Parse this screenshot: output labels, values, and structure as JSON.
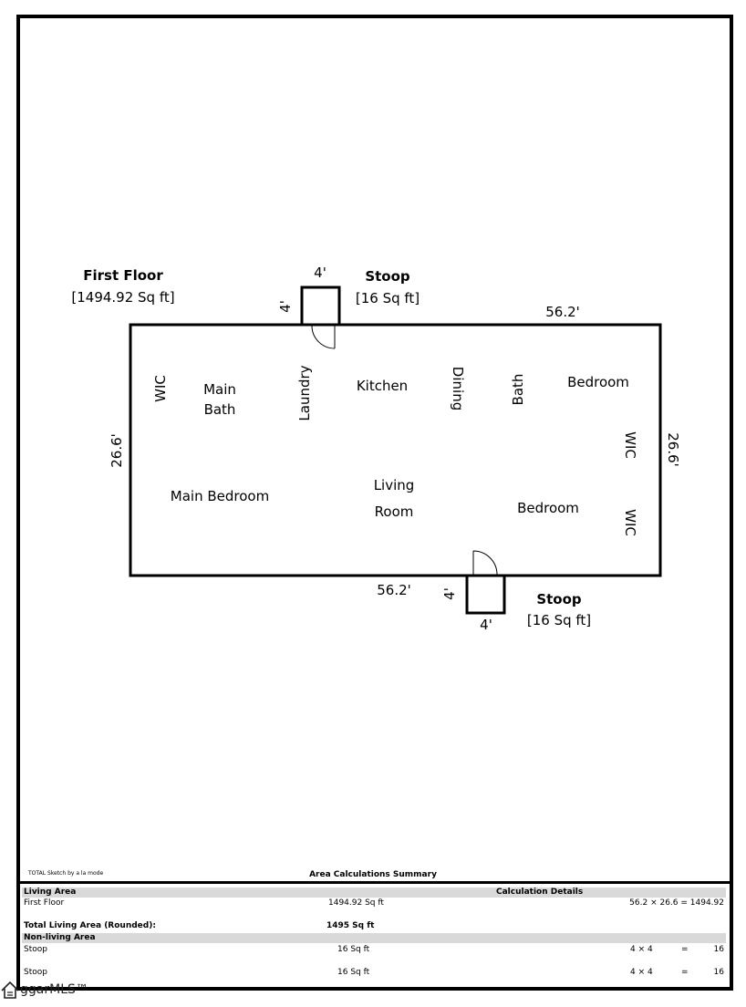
{
  "plan": {
    "main_title": "First Floor",
    "main_area": "[1494.92 Sq ft]",
    "dims": {
      "top": "56.2'",
      "bottom": "56.2'",
      "left": "26.6'",
      "right": "26.6'"
    },
    "stoop_top": {
      "title": "Stoop",
      "area": "[16 Sq ft]",
      "w": "4'",
      "h": "4'"
    },
    "stoop_bottom": {
      "title": "Stoop",
      "area": "[16 Sq ft]",
      "w": "4'",
      "h": "4'"
    },
    "rooms": {
      "wic_left": "WIC",
      "main_bath_1": "Main",
      "main_bath_2": "Bath",
      "laundry": "Laundry",
      "kitchen": "Kitchen",
      "dining": "Dining",
      "bath": "Bath",
      "bedroom_top": "Bedroom",
      "wic_right_top": "WIC",
      "main_bedroom": "Main Bedroom",
      "living_1": "Living",
      "living_2": "Room",
      "bedroom_bottom": "Bedroom",
      "wic_right_bottom": "WIC"
    }
  },
  "footer": {
    "credit": "TOTAL Sketch by a la mode",
    "summary_title": "Area Calculations Summary",
    "living_area_label": "Living Area",
    "calc_details_label": "Calculation Details",
    "first_floor_label": "First Floor",
    "first_floor_area": "1494.92 Sq ft",
    "first_floor_calc": "56.2 × 26.6 = 1494.92",
    "total_label": "Total Living Area (Rounded):",
    "total_value": "1495 Sq ft",
    "nonliving_label": "Non-living Area",
    "stoops": [
      {
        "label": "Stoop",
        "area": "16 Sq ft",
        "calc": "4 × 4",
        "eq": "=",
        "result": "16"
      },
      {
        "label": "Stoop",
        "area": "16 Sq ft",
        "calc": "4 × 4",
        "eq": "=",
        "result": "16"
      }
    ]
  },
  "watermark": "ggarMLS™"
}
